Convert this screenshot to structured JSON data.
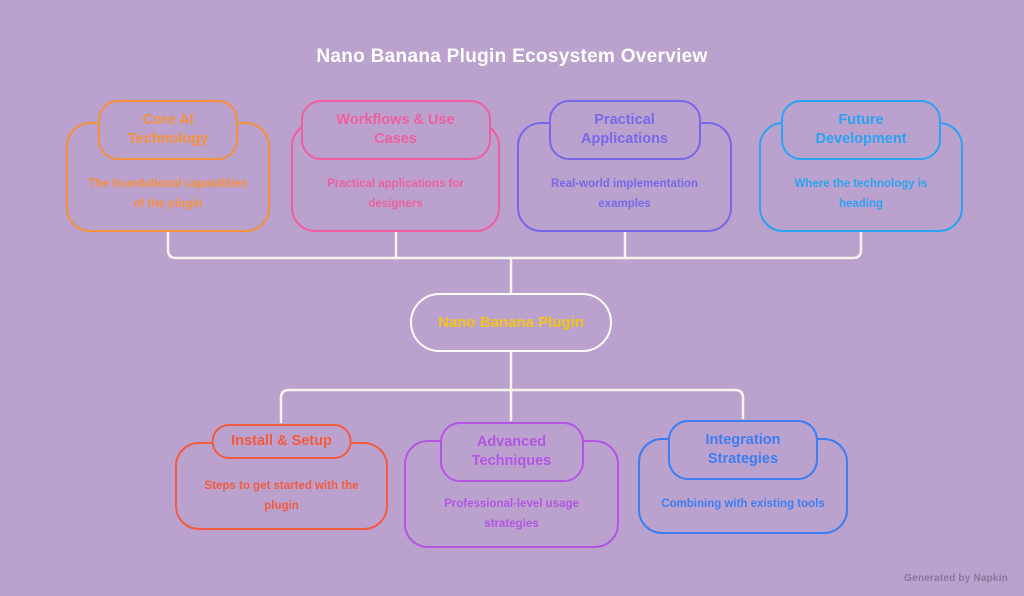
{
  "title": "Nano Banana Plugin Ecosystem Overview",
  "background_color": "#bba2ce",
  "connector_color": "#f7f3ec",
  "central": {
    "label": "Nano Banana Plugin",
    "border_color": "#fdfdfb",
    "text_color": "#f2c318"
  },
  "nodes": [
    {
      "id": "core-ai-technology",
      "title": "Core AI Technology",
      "desc": "The foundational capabilities of the plugin",
      "color": "#f6913c"
    },
    {
      "id": "workflows-use-cases",
      "title": "Workflows & Use Cases",
      "desc": "Practical applications for designers",
      "color": "#ee5fa0"
    },
    {
      "id": "practical-applications",
      "title": "Practical Applications",
      "desc": "Real-world implementation examples",
      "color": "#7668e8"
    },
    {
      "id": "future-development",
      "title": "Future Development",
      "desc": "Where the technology is heading",
      "color": "#2ba3f2"
    },
    {
      "id": "install-setup",
      "title": "Install & Setup",
      "desc": "Steps to get started with the plugin",
      "color": "#f25b3f"
    },
    {
      "id": "advanced-techniques",
      "title": "Advanced Techniques",
      "desc": "Professional-level usage strategies",
      "color": "#b455e2"
    },
    {
      "id": "integration-strategies",
      "title": "Integration Strategies",
      "desc": "Combining with existing tools",
      "color": "#3c7df2"
    }
  ],
  "watermark": "Generated by Napkin"
}
